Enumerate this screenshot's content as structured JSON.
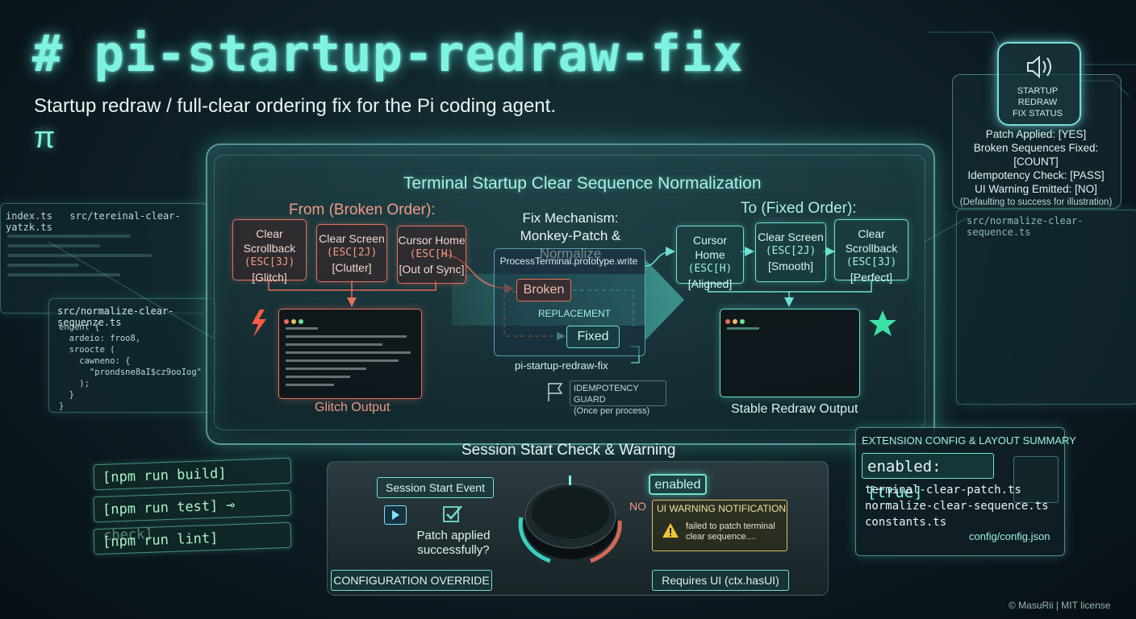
{
  "header": {
    "title": "# pi-startup-redraw-fix",
    "subtitle": "Startup redraw / full-clear ordering fix for the Pi coding agent.",
    "logo": "π"
  },
  "diagram": {
    "title": "Terminal Startup Clear Sequence Normalization",
    "from": {
      "label": "From (Broken Order):",
      "steps": [
        {
          "name": "Clear Scrollback",
          "code": "(ESC[3J)",
          "tag": "[Glitch]"
        },
        {
          "name": "Clear Screen",
          "code": "(ESC[2J)",
          "tag": "[Clutter]"
        },
        {
          "name": "Cursor Home",
          "code": "(ESC[H)",
          "tag": "[Out of Sync]"
        }
      ],
      "output_label": "Glitch Output"
    },
    "mechanism": {
      "title_line1": "Fix Mechanism:",
      "title_line2": "Monkey-Patch & Normalize",
      "method": "ProcessTerminal.prototype.write",
      "broken": "Broken",
      "replacement": "REPLACEMENT",
      "fixed": "Fixed",
      "name": "pi-startup-redraw-fix",
      "guard_line1": "IDEMPOTENCY GUARD",
      "guard_line2": "(Once per process)"
    },
    "to": {
      "label": "To (Fixed Order):",
      "steps": [
        {
          "name": "Cursor Home",
          "code": "(ESC[H)",
          "tag": "[Aligned]"
        },
        {
          "name": "Clear Screen",
          "code": "(ESC[2J)",
          "tag": "[Smooth]"
        },
        {
          "name": "Clear Scrollback",
          "code": "(ESC[3J)",
          "tag": "[Perfect]"
        }
      ],
      "output_label": "Stable Redraw Output"
    }
  },
  "status": {
    "heading_line1": "STARTUP REDRAW",
    "heading_line2": "FIX STATUS",
    "lines": [
      "Patch Applied: [YES]",
      "Broken Sequences Fixed: [COUNT]",
      "Idempotency Check: [PASS]",
      "UI Warning Emitted: [NO]"
    ],
    "note": "(Defaulting to success for illustration)"
  },
  "side_panels": {
    "left_tabs": [
      "index.ts",
      "src/tereinal-clear-yatzk.ts"
    ],
    "code_file": "src/normalize-clear-sequenze.ts",
    "code_lines": [
      "engent {",
      "  ardeio: froo8,",
      "  sroocte (",
      "    cawneno: {",
      "      \"prondsne8aI$cz9ooIog\"",
      "    );",
      "  }",
      "}"
    ],
    "right_file": "src/normalize-clear-sequence.ts"
  },
  "npm": {
    "build": "[npm run build]",
    "test": "[npm run test] ⊸ check]",
    "lint": "[npm run lint]"
  },
  "session": {
    "title": "Session Start Check & Warning",
    "event": "Session Start Event",
    "question_line1": "Patch applied",
    "question_line2": "successfully?",
    "enabled": "enabled",
    "no": "NO",
    "warning_title": "UI WARNING NOTIFICATION",
    "warning_line1": "failed to patch terminal",
    "warning_line2": "clear sequence....",
    "config_override": "CONFIGURATION OVERRIDE",
    "requires_ui": "Requires UI (ctx.hasUI)"
  },
  "config": {
    "title": "EXTENSION CONFIG & LAYOUT SUMMARY",
    "enabled_key": "enabled:",
    "enabled_value": "[true]",
    "files": [
      "terminal-clear-patch.ts",
      "normalize-clear-sequence.ts",
      "constants.ts"
    ],
    "path": "config/config.json"
  },
  "footer": {
    "copyright": "© MasuRii | MIT license"
  },
  "colors": {
    "accent": "#7ff3e2",
    "broken": "#e3705a",
    "fixed": "#6fe2cf",
    "warning": "#d9c26a"
  }
}
